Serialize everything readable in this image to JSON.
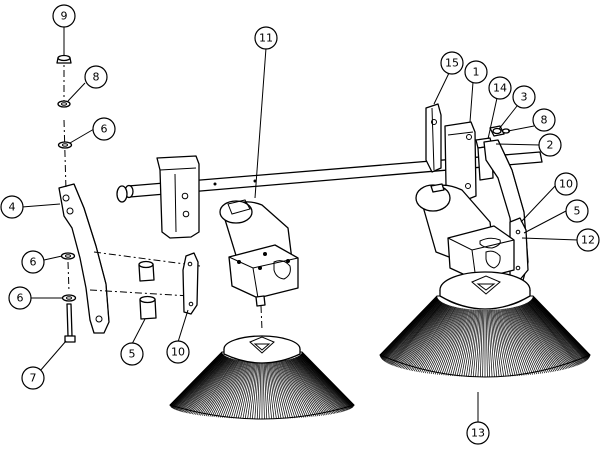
{
  "diagram": {
    "callouts": [
      {
        "id": "c9",
        "label": "9"
      },
      {
        "id": "c8a",
        "label": "8"
      },
      {
        "id": "c6a",
        "label": "6"
      },
      {
        "id": "c4",
        "label": "4"
      },
      {
        "id": "c6b",
        "label": "6"
      },
      {
        "id": "c6c",
        "label": "6"
      },
      {
        "id": "c7",
        "label": "7"
      },
      {
        "id": "c5a",
        "label": "5"
      },
      {
        "id": "c10a",
        "label": "10"
      },
      {
        "id": "c11",
        "label": "11"
      },
      {
        "id": "c15",
        "label": "15"
      },
      {
        "id": "c1",
        "label": "1"
      },
      {
        "id": "c14",
        "label": "14"
      },
      {
        "id": "c3",
        "label": "3"
      },
      {
        "id": "c8b",
        "label": "8"
      },
      {
        "id": "c2",
        "label": "2"
      },
      {
        "id": "c10b",
        "label": "10"
      },
      {
        "id": "c5b",
        "label": "5"
      },
      {
        "id": "c12",
        "label": "12"
      },
      {
        "id": "c13",
        "label": "13"
      }
    ]
  }
}
